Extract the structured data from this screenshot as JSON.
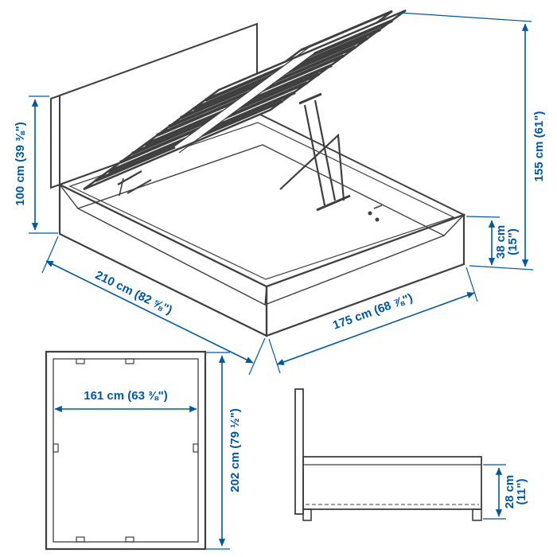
{
  "document": {
    "type": "product-dimension-diagram",
    "subject": "storage-bed-with-lift-up-slatted-base"
  },
  "colors": {
    "dimension_blue": "#0058a3",
    "line_gray": "#3f3f3f",
    "background": "#ffffff"
  },
  "main_view": {
    "headboard_height": "100 cm (39 ⅜\")",
    "length": "210 cm (82 ⅝\")",
    "width": "175 cm (68 ⅞\")",
    "open_height": "155 cm (61\")",
    "base_height": {
      "line1": "38 cm",
      "line2": "(15\")"
    }
  },
  "plan_view": {
    "inner_width": "161 cm (63 ⅜\")",
    "inner_length": "202 cm (79 ½\")"
  },
  "profile_view": {
    "storage_height": {
      "line1": "28 cm",
      "line2": "(11\")"
    }
  }
}
